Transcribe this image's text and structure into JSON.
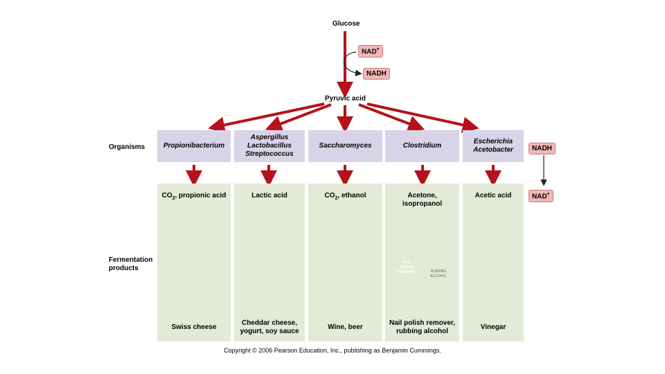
{
  "top": {
    "glucose": "Glucose",
    "nad_plus": "NAD",
    "nad_plus_sup": "+",
    "nadh": "NADH",
    "pyruvic": "Pyruvic acid"
  },
  "row_labels": {
    "organisms": "Organisms",
    "fermentation_line1": "Fermentation",
    "fermentation_line2": "products"
  },
  "side": {
    "nadh": "NADH",
    "nad_plus": "NAD",
    "nad_plus_sup": "+"
  },
  "columns": [
    {
      "organism_lines": [
        "Propionibacterium"
      ],
      "product_line1": "CO",
      "product_sub": "2",
      "product_rest": ", propionic acid",
      "product_line2": "",
      "food_line1": "Swiss cheese",
      "food_line2": ""
    },
    {
      "organism_lines": [
        "Aspergillus",
        "Lactobacillus",
        "Streptococcus"
      ],
      "product_line1": "Lactic acid",
      "product_sub": "",
      "product_rest": "",
      "product_line2": "",
      "food_line1": "Cheddar cheese,",
      "food_line2": "yogurt, soy sauce"
    },
    {
      "organism_lines": [
        "Saccharomyces"
      ],
      "product_line1": "CO",
      "product_sub": "2",
      "product_rest": ", ethanol",
      "product_line2": "",
      "food_line1": "Wine, beer",
      "food_line2": ""
    },
    {
      "organism_lines": [
        "Clostridium"
      ],
      "product_line1": "Acetone,",
      "product_sub": "",
      "product_rest": "",
      "product_line2": "isopropanol",
      "food_line1": "Nail polish remover,",
      "food_line2": "rubbing alcohol"
    },
    {
      "organism_lines": [
        "Escherichia",
        "Acetobacter"
      ],
      "product_line1": "Acetic acid",
      "product_sub": "",
      "product_rest": "",
      "product_line2": "",
      "food_line1": "Vinegar",
      "food_line2": ""
    }
  ],
  "bottle_labels": {
    "nail1": "NAIL",
    "nail2": "POLISH",
    "nail3": "REMOVER",
    "rub1": "RUBBING",
    "rub2": "ALCOHOL"
  },
  "copyright": "Copyright © 2006 Pearson Education, Inc., publishing as Benjamin Cummings.",
  "colors": {
    "arrow_red": "#b5121b",
    "organism_bg": "#d9d3e8",
    "product_bg": "#e3ead7",
    "badge_bg": "#f4b6b6"
  }
}
